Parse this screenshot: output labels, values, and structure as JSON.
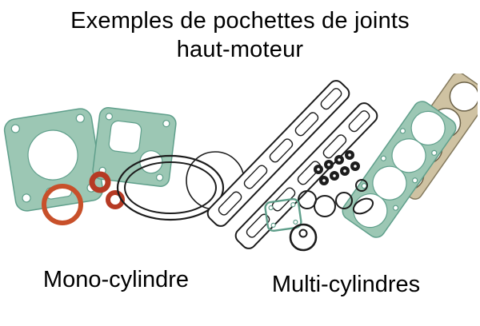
{
  "title": {
    "line1": "Exemples de pochettes de joints",
    "line2": "haut-moteur"
  },
  "figures": {
    "mono": {
      "caption": "Mono-cylindre"
    },
    "multi": {
      "caption": "Multi-cylindres"
    }
  },
  "colors": {
    "gasket-teal": "#9cc7b4",
    "gasket-teal-dark": "#5f9f8b",
    "oring-orange": "#c8502a",
    "oring-red": "#b63a24",
    "line-black": "#1c1c1c",
    "gasket-tan": "#cfc2a2",
    "text": "#000000",
    "background": "#ffffff"
  }
}
